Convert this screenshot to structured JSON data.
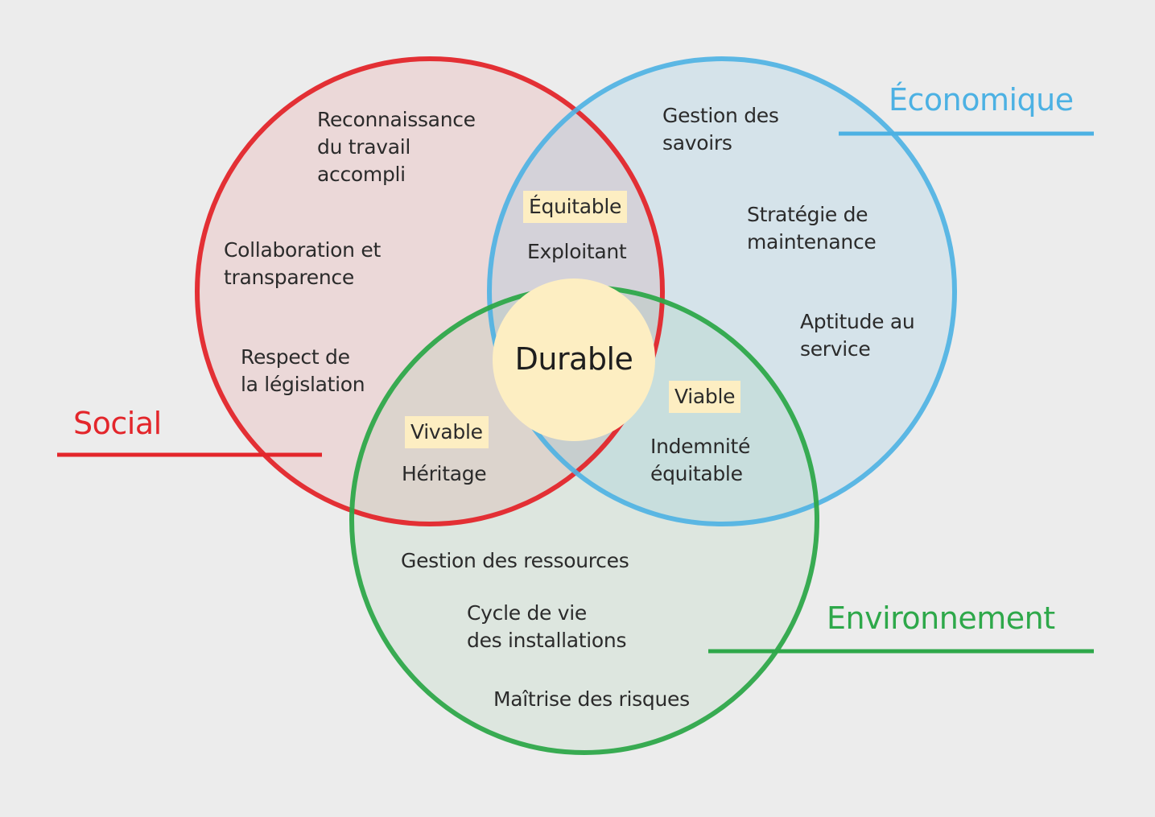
{
  "colors": {
    "background": "#ececec",
    "social": "#e3262b",
    "economique": "#4cb1e3",
    "environnement": "#2ea84a",
    "center": "#fdeec2"
  },
  "sets": {
    "social": {
      "title": "Social",
      "items": [
        "Reconnaissance\ndu travail\naccompli",
        "Collaboration et\ntransparence",
        "Respect de\nla législation"
      ]
    },
    "economique": {
      "title": "Économique",
      "items": [
        "Gestion des\nsavoirs",
        "Stratégie de\nmaintenance",
        "Aptitude au\nservice"
      ]
    },
    "environnement": {
      "title": "Environnement",
      "items": [
        "Gestion des ressources",
        "Cycle de vie\ndes installations",
        "Maîtrise des risques"
      ]
    }
  },
  "intersections": {
    "social_economique": {
      "tag": "Équitable",
      "item": "Exploitant"
    },
    "social_environnement": {
      "tag": "Vivable",
      "item": "Héritage"
    },
    "economique_environnement": {
      "tag": "Viable",
      "item": "Indemnité\néquitable"
    }
  },
  "center": {
    "label": "Durable"
  }
}
